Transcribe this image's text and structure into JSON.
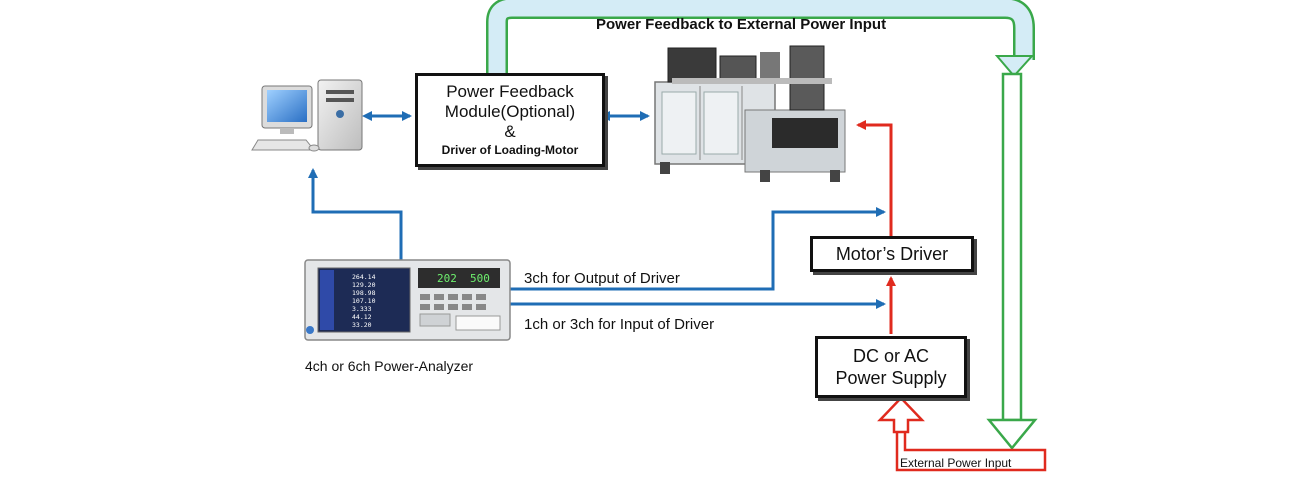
{
  "feedback_module": {
    "line1": "Power Feedback",
    "line2": "Module(Optional)",
    "line3": "&",
    "line4": "Driver of Loading-Motor"
  },
  "motor_driver": {
    "label": "Motor’s Driver"
  },
  "power_supply": {
    "line1": "DC or AC",
    "line2": "Power Supply"
  },
  "labels": {
    "top_feedback": "Power Feedback to External Power Input",
    "output_driver": "3ch for Output of Driver",
    "input_driver": "1ch or 3ch for Input of Driver",
    "analyzer": "4ch or 6ch Power-Analyzer",
    "external_input": "External Power Input"
  },
  "analyzer_screen": {
    "readings": [
      "264.14",
      "129.20",
      "198.98",
      "107.10",
      "3.333",
      "44.12",
      "33.20"
    ],
    "display_left": "202",
    "display_right": "500"
  },
  "colors": {
    "blue_arrow": "#1f6db5",
    "red_arrow": "#e02a1e",
    "green_arrow": "#3aa84a",
    "green_fill": "#d4ecf6",
    "box_border": "#111111"
  }
}
